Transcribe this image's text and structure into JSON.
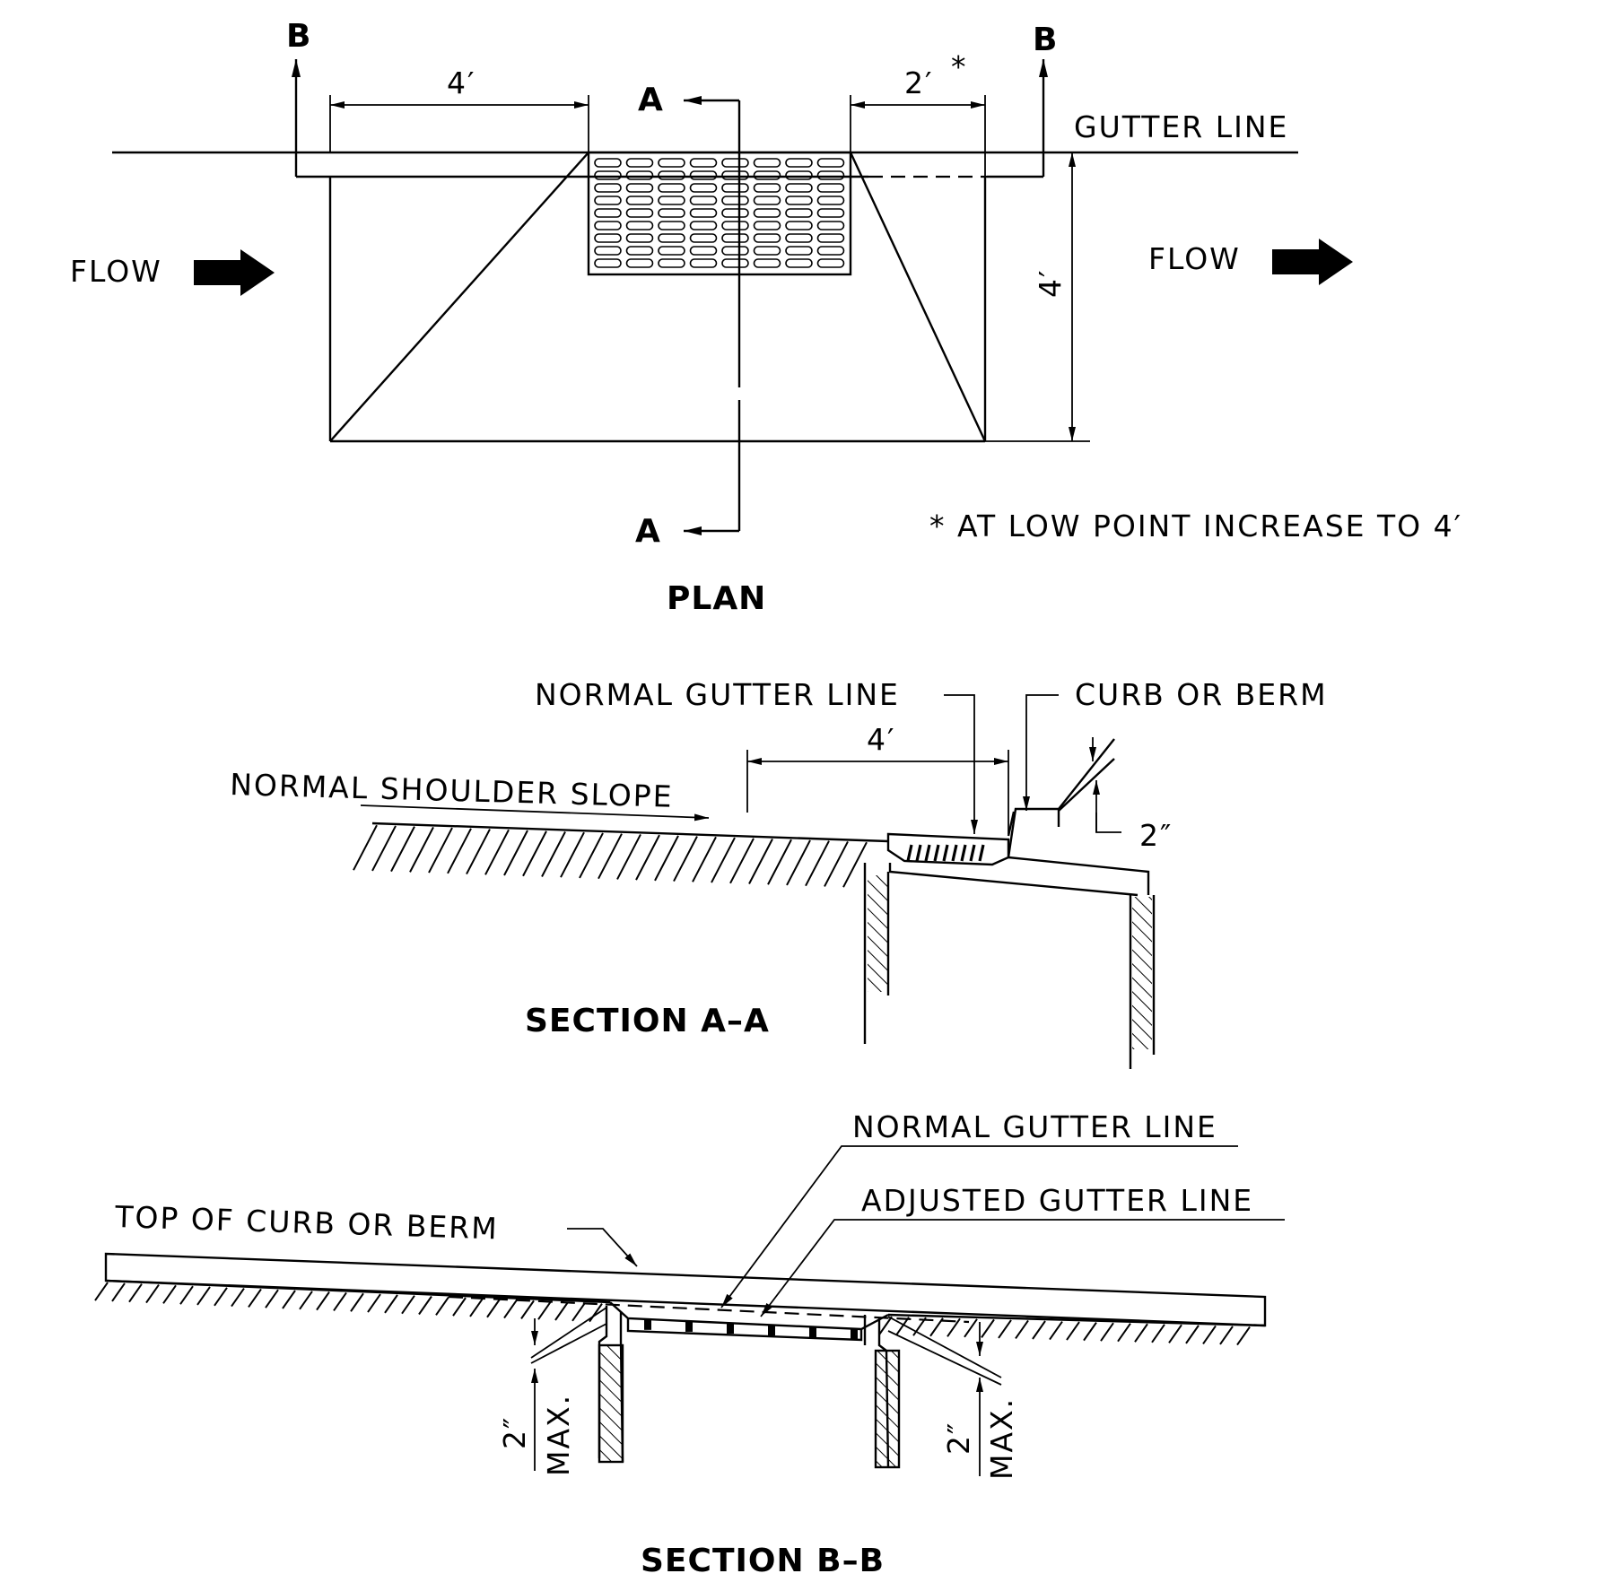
{
  "plan": {
    "title": "PLAN",
    "section_mark_b": "B",
    "section_mark_a": "A",
    "dim_left": "4′",
    "dim_right": "2′",
    "dim_right_note_mark": "*",
    "dim_depth": "4′",
    "gutter_line": "GUTTER  LINE",
    "flow": "FLOW",
    "note": "*  AT  LOW   POINT  INCREASE  TO  4′"
  },
  "section_aa": {
    "title": "SECTION   A–A",
    "normal_gutter_line": "NORMAL  GUTTER  LINE",
    "curb_or_berm": "CURB  OR  BERM",
    "dim_width": "4′",
    "normal_shoulder_slope": "NORMAL  SHOULDER  SLOPE",
    "dim_curb": "2″"
  },
  "section_bb": {
    "title": "SECTION   B–B",
    "normal_gutter_line": "NORMAL  GUTTER  LINE",
    "adjusted_gutter_line": "ADJUSTED  GUTTER  LINE",
    "top_of_curb_or_berm": "TOP  OF  CURB  OR  BERM",
    "dim_value": "2″",
    "dim_max": "MAX."
  }
}
